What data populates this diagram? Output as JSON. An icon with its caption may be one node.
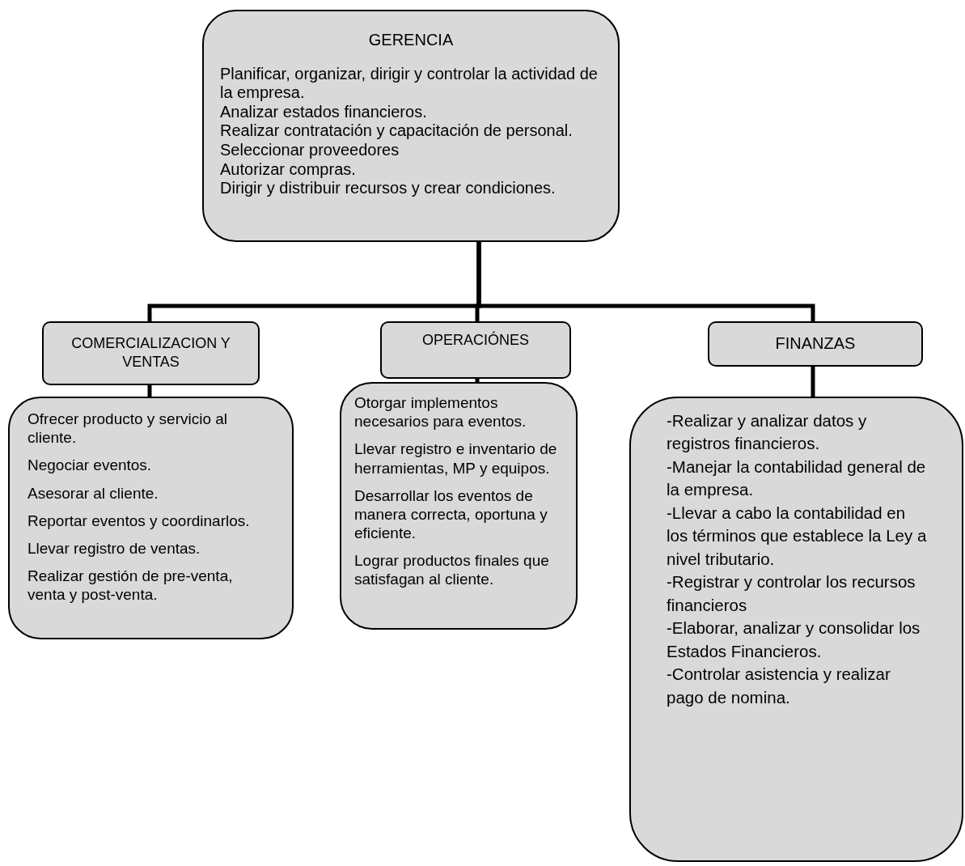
{
  "diagram": {
    "nodes": [
      {
        "text": [
          "GERENCIA",
          "Planificar, organizar, dirigir y controlar la actividad de la empresa.",
          "Analizar estados financieros.",
          "Realizar contratación y capacitación de personal.",
          "Seleccionar proveedores",
          "Autorizar compras.",
          "Dirigir y distribuir recursos y crear condiciones."
        ]
      },
      {
        "text": [
          "COMERCIALIZACION Y VENTAS"
        ]
      },
      {
        "text": [
          "OPERACIÓNES"
        ]
      },
      {
        "text": [
          "FINANZAS"
        ]
      },
      {
        "text": [
          "Ofrecer producto y servicio al cliente.",
          "Negociar eventos.",
          "Asesorar al cliente.",
          "Reportar eventos y coordinarlos.",
          "Llevar registro de ventas.",
          "Realizar gestión de pre-venta, venta y post-venta."
        ]
      },
      {
        "text": [
          "Otorgar implementos necesarios para eventos.",
          "Llevar registro e inventario de herramientas, MP y equipos.",
          "Desarrollar los eventos de manera correcta, oportuna y eficiente.",
          "Lograr productos finales que satisfagan al cliente."
        ]
      },
      {
        "text": [
          "-Realizar y analizar datos y registros financieros.",
          "-Manejar la contabilidad general de la empresa.",
          "-Llevar a cabo la contabilidad en los términos que establece la Ley  a nivel tributario.",
          "-Registrar y controlar los recursos financieros",
          "-Elaborar, analizar y consolidar los Estados Financieros.",
          "-Controlar asistencia y realizar pago de nomina."
        ]
      }
    ],
    "edges": [
      {
        "from": 0,
        "to": 1,
        "arrow": "none"
      },
      {
        "from": 0,
        "to": 2,
        "arrow": "none"
      },
      {
        "from": 0,
        "to": 3,
        "arrow": "none"
      },
      {
        "from": 1,
        "to": 4,
        "arrow": "none"
      },
      {
        "from": 2,
        "to": 5,
        "arrow": "none"
      },
      {
        "from": 3,
        "to": 6,
        "arrow": "none"
      }
    ]
  }
}
